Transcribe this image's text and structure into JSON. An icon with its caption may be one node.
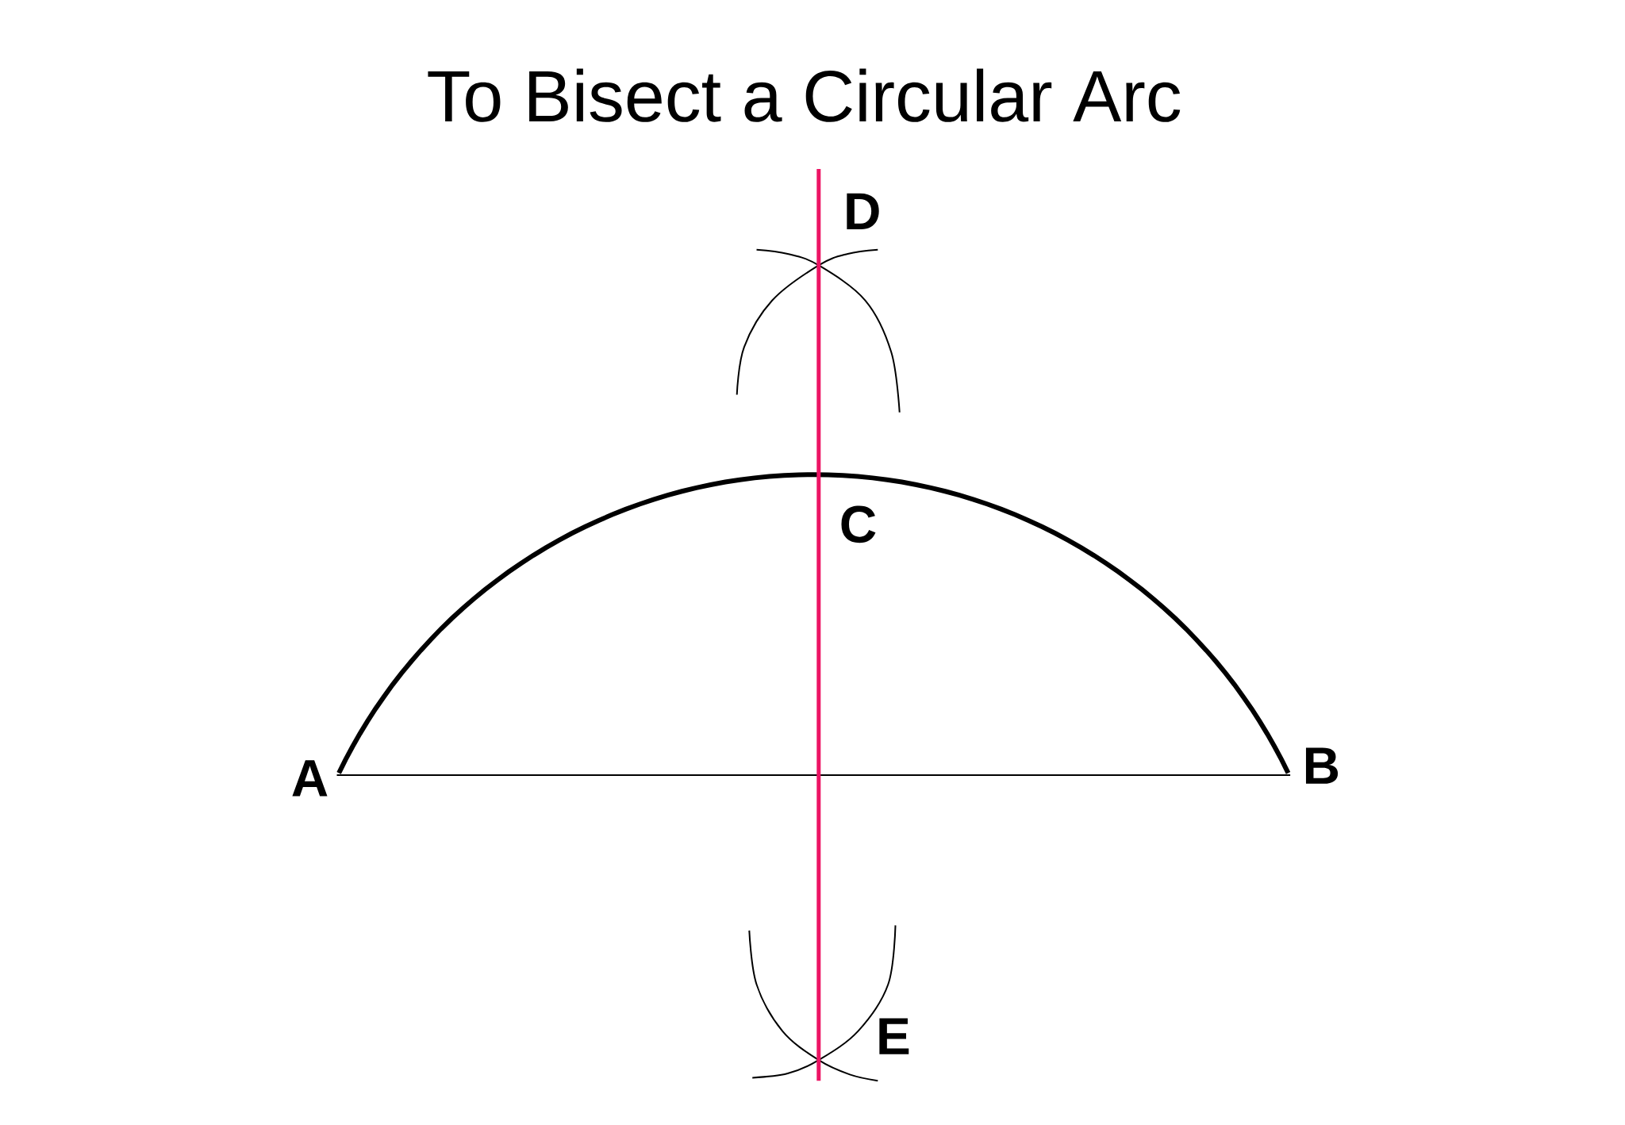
{
  "diagram": {
    "title": "To Bisect a Circular Arc",
    "labels": [
      "D",
      "C",
      "A",
      "B",
      "E"
    ]
  }
}
